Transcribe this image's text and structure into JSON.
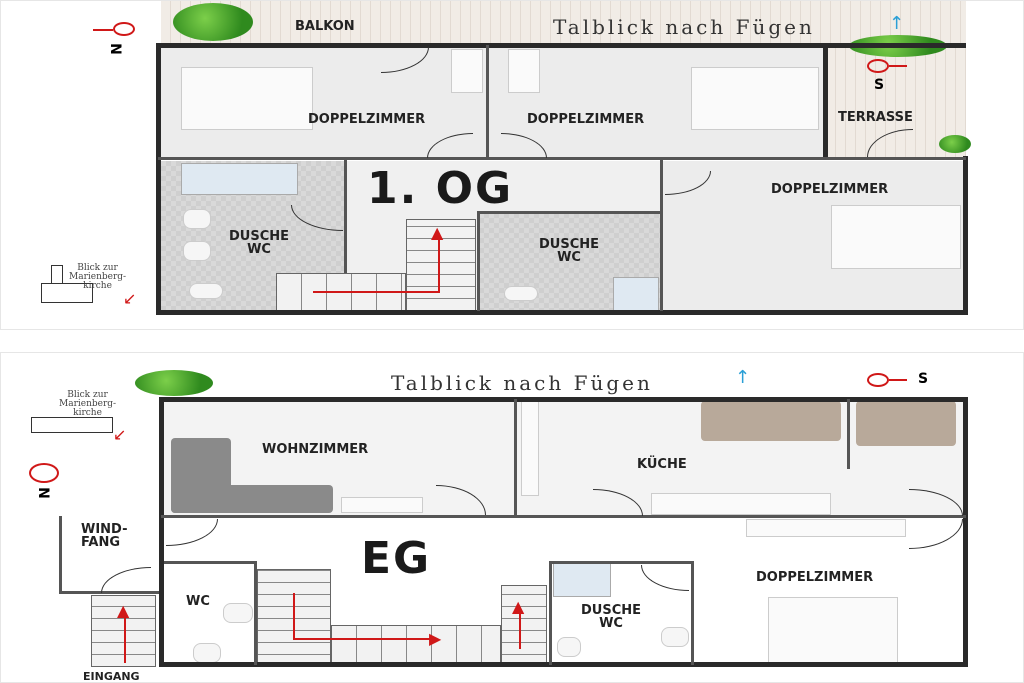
{
  "upper_floor": {
    "floor_label": "1. OG",
    "view_label": "Talblick nach Fügen",
    "north": "N",
    "south": "S",
    "church_label": [
      "Blick zur",
      "Marienberg-",
      "kirche"
    ],
    "rooms": {
      "balcony": "BALKON",
      "room1": "DOPPELZIMMER",
      "room2": "DOPPELZIMMER",
      "terrace": "TERRASSE",
      "room3": "DOPPELZIMMER",
      "bath1": [
        "DUSCHE",
        "WC"
      ],
      "bath2": [
        "DUSCHE",
        "WC"
      ]
    }
  },
  "ground_floor": {
    "floor_label": "EG",
    "view_label": "Talblick nach Fügen",
    "north": "N",
    "south": "S",
    "church_label": [
      "Blick zur",
      "Marienberg-",
      "kirche"
    ],
    "rooms": {
      "living": "WOHNZIMMER",
      "kitchen": "KÜCHE",
      "vestibule": [
        "WIND-",
        "FANG"
      ],
      "wc": "WC",
      "bath": [
        "DUSCHE",
        "WC"
      ],
      "bedroom": "DOPPELZIMMER",
      "entrance": "EINGANG"
    }
  },
  "colors": {
    "wall": "#2a2a2a",
    "arrow": "#d01818",
    "north_arrow_up": "#2a9fd6"
  }
}
